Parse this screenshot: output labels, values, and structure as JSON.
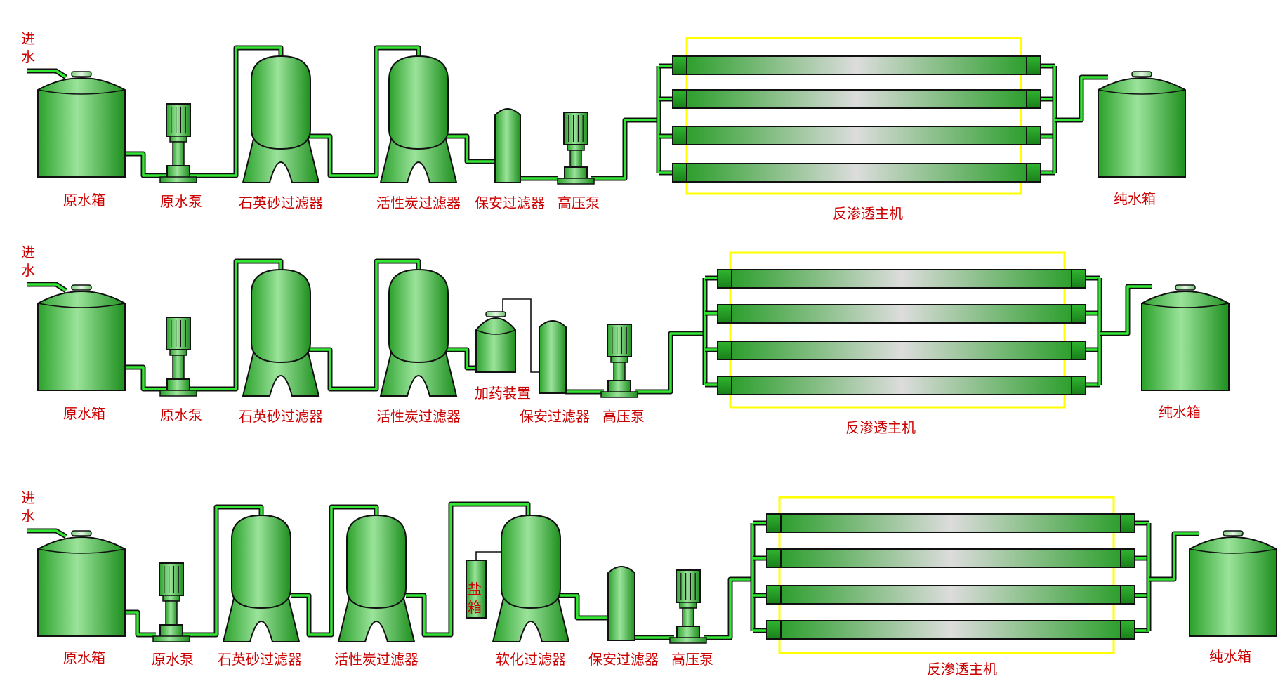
{
  "labels": {
    "inlet": "进水",
    "raw_tank": "原水箱",
    "raw_pump": "原水泵",
    "sand_filter": "石英砂过滤器",
    "carbon_filter": "活性炭过滤器",
    "security_filter": "保安过滤器",
    "hp_pump": "高压泵",
    "ro_unit": "反渗透主机",
    "pure_tank": "纯水箱",
    "dosing": "加药装置",
    "softener": "软化过滤器",
    "salt_tank": "盐箱"
  },
  "colors": {
    "label": "#cc0000",
    "equipment_green": "#3cb83c",
    "pipe_green": "#33e633",
    "outline": "#111111",
    "frame_yellow": "#ffff00"
  },
  "rows": [
    {
      "name": "row-1",
      "components": [
        "inlet",
        "raw_tank",
        "raw_pump",
        "sand_filter",
        "carbon_filter",
        "security_filter",
        "hp_pump",
        "ro_unit",
        "pure_tank"
      ]
    },
    {
      "name": "row-2",
      "components": [
        "inlet",
        "raw_tank",
        "raw_pump",
        "sand_filter",
        "carbon_filter",
        "dosing",
        "security_filter",
        "hp_pump",
        "ro_unit",
        "pure_tank"
      ]
    },
    {
      "name": "row-3",
      "components": [
        "inlet",
        "raw_tank",
        "raw_pump",
        "sand_filter",
        "carbon_filter",
        "softener",
        "salt_tank",
        "security_filter",
        "hp_pump",
        "ro_unit",
        "pure_tank"
      ]
    }
  ]
}
